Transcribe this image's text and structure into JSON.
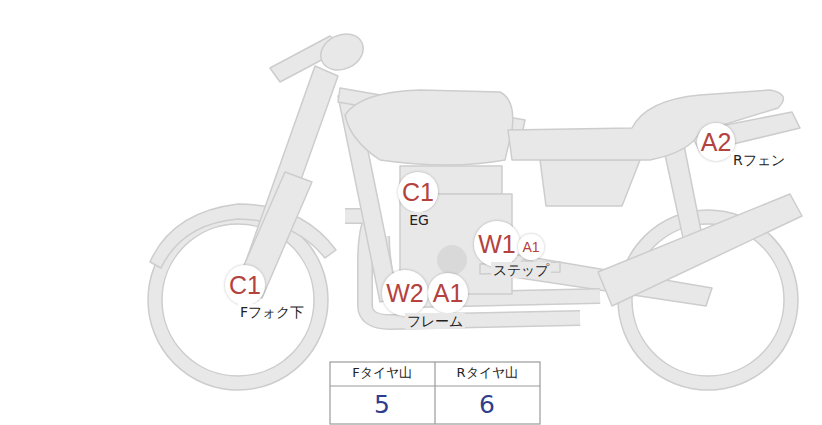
{
  "diagram": {
    "nodes": [
      {
        "text": [
          "A2"
        ]
      },
      {
        "text": [
          "C1"
        ]
      },
      {
        "text": [
          "W1"
        ]
      },
      {
        "text": [
          "A1"
        ]
      },
      {
        "text": [
          "C1"
        ]
      },
      {
        "text": [
          "W2"
        ]
      },
      {
        "text": [
          "A1"
        ]
      }
    ],
    "labels": [
      "Rフェン",
      "EG",
      "ステップ",
      "Fフォク下",
      "フレーム",
      "Fタイヤ山",
      "Rタイヤ山",
      "5",
      "6"
    ]
  }
}
